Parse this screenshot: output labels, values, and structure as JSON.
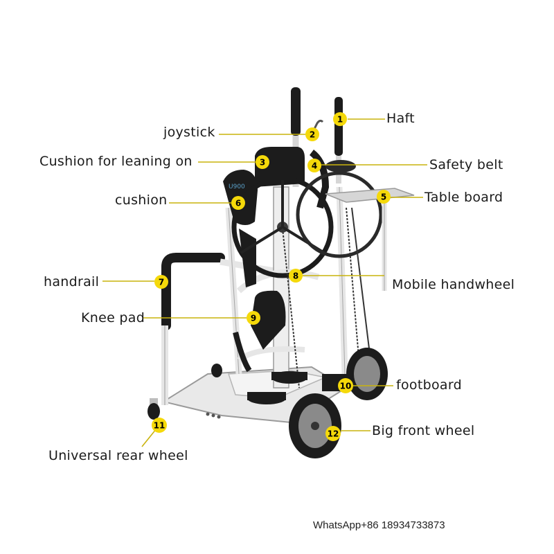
{
  "callouts": [
    {
      "num": "1",
      "label": "Haft"
    },
    {
      "num": "2",
      "label": "joystick"
    },
    {
      "num": "3",
      "label": "Cushion for leaning on"
    },
    {
      "num": "4",
      "label": "Safety belt"
    },
    {
      "num": "5",
      "label": "Table board"
    },
    {
      "num": "6",
      "label": "cushion"
    },
    {
      "num": "7",
      "label": "handrail"
    },
    {
      "num": "8",
      "label": "Mobile handwheel"
    },
    {
      "num": "9",
      "label": "Knee pad"
    },
    {
      "num": "10",
      "label": "footboard"
    },
    {
      "num": "11",
      "label": "Universal rear wheel"
    },
    {
      "num": "12",
      "label": "Big front wheel"
    }
  ],
  "contact": "WhatsApp+86 18934733873",
  "colors": {
    "badge": "#f5d90a",
    "leader": "#c9b30c",
    "frame": "#e6e6e6",
    "frame_edge": "#9a9a9a",
    "dark": "#1c1c1c"
  }
}
